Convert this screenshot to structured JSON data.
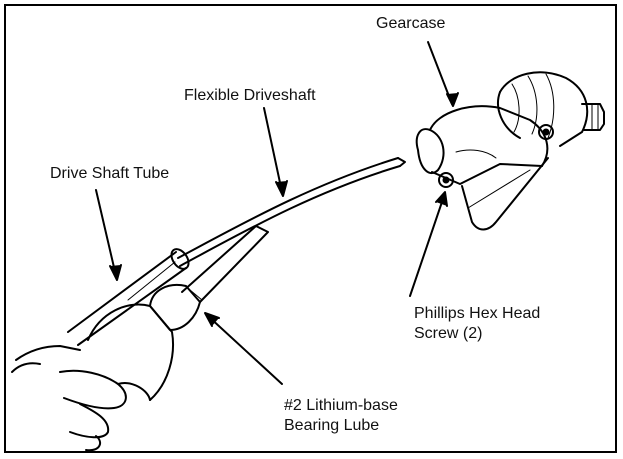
{
  "labels": {
    "gearcase": "Gearcase",
    "flexible_driveshaft": "Flexible Driveshaft",
    "drive_shaft_tube": "Drive Shaft Tube",
    "phillips_screw": [
      "Phillips Hex Head",
      "Screw (2)"
    ],
    "lube": [
      "#2 Lithium-base",
      "Bearing Lube"
    ]
  },
  "colors": {
    "ink": "#000000",
    "paper": "#ffffff"
  }
}
